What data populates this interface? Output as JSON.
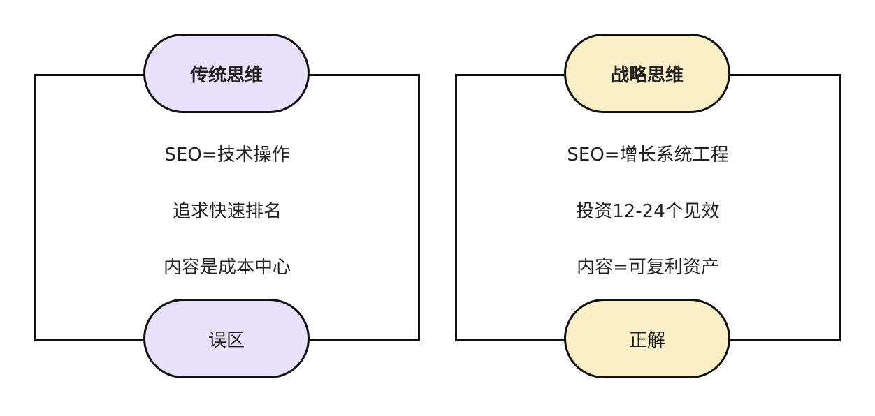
{
  "panels": [
    {
      "header": "传统思维",
      "items": [
        "SEO=技术操作",
        "追求快速排名",
        "内容是成本中心"
      ],
      "footer": "误区",
      "fill_color": "#e8e1fb"
    },
    {
      "header": "战略思维",
      "items": [
        "SEO=增长系统工程",
        "投资12-24个见效",
        "内容=可复利资产"
      ],
      "footer": "正解",
      "fill_color": "#fbefc7"
    }
  ],
  "colors": {
    "stroke": "#111111",
    "text": "#222222",
    "background": "#ffffff"
  }
}
